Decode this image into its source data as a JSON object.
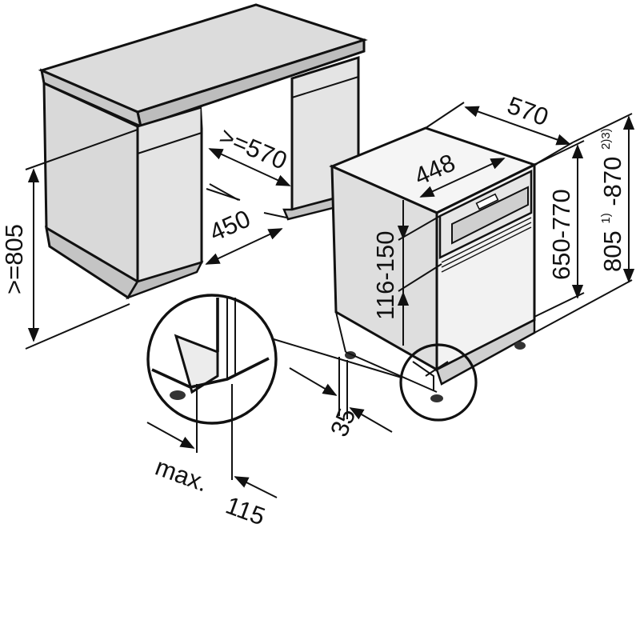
{
  "colors": {
    "line": "#111111",
    "cabinet_light": "#e4e4e4",
    "cabinet_mid": "#d2d2d2",
    "cabinet_dark": "#bdbdbd",
    "worktop_top": "#dcdcdc",
    "appliance_face": "#f2f2f2",
    "background": "#ffffff"
  },
  "labels": {
    "min_width_cabinet": ">=570",
    "min_height_cabinet": ">=805",
    "recess_depth": "450",
    "appliance_depth": "570",
    "appliance_width": "448",
    "panel_height": "116-150",
    "height_range": "650-770",
    "total_height_base": "805",
    "total_height_sup1": "1)",
    "total_height_mid": "-870",
    "total_height_sup2": "2)3)",
    "plinth_offset": "35",
    "max_prefix": "max.",
    "max_value": "115"
  },
  "icons": {
    "detail": "magnifier-circle-icon",
    "arrow": "dimension-arrow-icon"
  }
}
